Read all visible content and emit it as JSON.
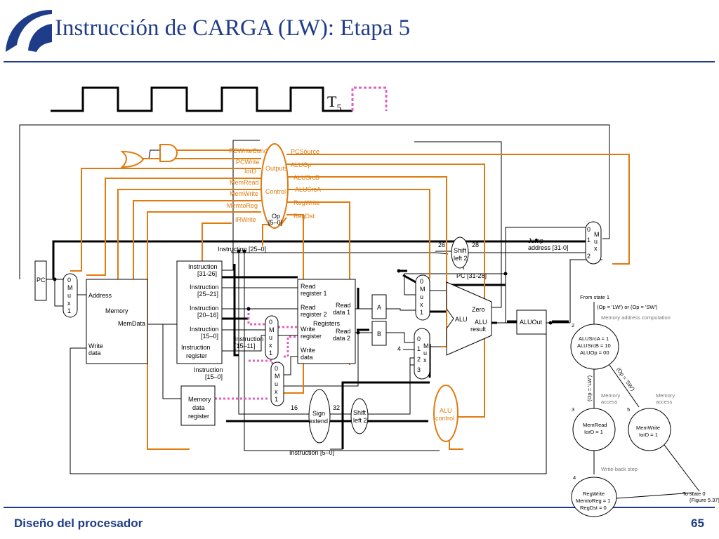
{
  "slide": {
    "title": "Instrucción de CARGA (LW): Etapa 5",
    "footer_left": "Diseño del procesador",
    "page_number": "65",
    "clock_label": "T",
    "clock_subscript": "5"
  },
  "colors": {
    "title": "#1f3c88",
    "control_lines": "#e07b10",
    "active_path": "#000000",
    "highlight_dotted": "#e060c0",
    "rule_line": "#1f3c88"
  },
  "datapath": {
    "pc": "PC",
    "mux_pc": [
      "0",
      "M",
      "u",
      "x",
      "1"
    ],
    "memory": {
      "address": "Address",
      "title": "Memory",
      "memdata": "MemData",
      "write": "Write",
      "data": "data"
    },
    "ir": [
      "Instruction",
      "[31-26]",
      "Instruction",
      "[25–21]",
      "Instruction",
      "[20–16]",
      "Instruction",
      "[15–0]",
      "Instruction",
      "register"
    ],
    "ir_15_0": [
      "Instruction",
      "[15–0]"
    ],
    "mdr": [
      "Memory",
      "data",
      "register"
    ],
    "instr_25_0": "Instruction [25–0]",
    "instr_15_11": [
      "Instruction",
      "[15–11]"
    ],
    "instr_5_0": "Instruction [5–0]",
    "mux_wr": [
      "0",
      "M",
      "u",
      "x",
      "1"
    ],
    "mux_wd": [
      "0",
      "M",
      "u",
      "x",
      "1"
    ],
    "registers": {
      "read1": [
        "Read",
        "register 1"
      ],
      "read2": [
        "Read",
        "register 2"
      ],
      "title": "Registers",
      "write_reg": [
        "Write",
        "register"
      ],
      "write_data": [
        "Write",
        "data"
      ],
      "data1": [
        "Read",
        "data 1"
      ],
      "data2": [
        "Read",
        "data 2"
      ]
    },
    "reg_a": "A",
    "reg_b": "B",
    "const_four": "4",
    "mux_a": [
      "0",
      "M",
      "u",
      "x",
      "1"
    ],
    "mux_b": [
      "0",
      "1",
      "2",
      "3",
      "M",
      "u",
      "x"
    ],
    "alu": {
      "label": "ALU",
      "zero": "Zero",
      "result1": "ALU",
      "result2": "result"
    },
    "aluout": "ALUOut",
    "sign_extend": [
      "Sign",
      "extend"
    ],
    "shift_left_2_a": [
      "Shift",
      "left 2"
    ],
    "shift_left_2_b": [
      "Shift",
      "left 2"
    ],
    "alu_control": [
      "ALU",
      "control"
    ],
    "bits_16": "16",
    "bits_32": "32",
    "bits_26": "26",
    "bits_28": "28",
    "pc_31_28": "PC [31-28]",
    "jump": [
      "Jump",
      "address [31-0]"
    ],
    "mux_pcsrc": [
      "0",
      "1",
      "2",
      "M",
      "u",
      "x"
    ],
    "control": {
      "outputs": "Outputs",
      "control": "Control",
      "op": "Op",
      "op_bits": "[5–0]",
      "left_signals": [
        "PCWriteCond",
        "PCWrite",
        "IorD",
        "MemRead",
        "MemWrite",
        "MemtoReg",
        "IRWrite"
      ],
      "right_signals": [
        "PCSource",
        "ALUOp",
        "ALUSrcB",
        "ALUSrcA",
        "RegWrite",
        "RegDst"
      ]
    }
  },
  "fsm": {
    "from_state": "From state 1",
    "condition_in": "(Op = 'LW') or (Op = 'SW')",
    "mem_addr_comp": "Memory address computation",
    "state2": {
      "num": "2",
      "lines": [
        "ALUSrcA = 1",
        "ALUSrcB = 10",
        "ALUOp = 00"
      ]
    },
    "edge_lw": "(Op = 'LW')",
    "edge_sw": "(Op = 'SW')",
    "mem_access_a": [
      "Memory",
      "access"
    ],
    "mem_access_b": [
      "Memory",
      "access"
    ],
    "state3": {
      "num": "3",
      "lines": [
        "MemRead",
        "IorD = 1"
      ]
    },
    "state5": {
      "num": "5",
      "lines": [
        "MemWrite",
        "IorD = 1"
      ]
    },
    "write_back": "Write-back step",
    "state4": {
      "num": "4",
      "lines": [
        "RegWrite",
        "MemtoReg = 1",
        "RegDst = 0"
      ]
    },
    "to_state": [
      "To state 0",
      "(Figure 5.37)"
    ]
  }
}
